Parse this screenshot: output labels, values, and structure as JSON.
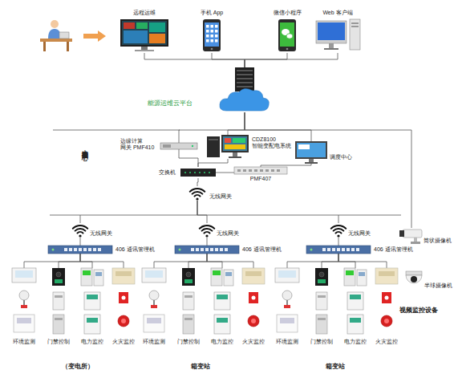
{
  "diagram": {
    "nodes": [
      {
        "text": [
          "远程运维"
        ]
      },
      {
        "text": [
          "手机 App"
        ]
      },
      {
        "text": [
          "微信小程序"
        ]
      },
      {
        "text": [
          "Web 客户端"
        ]
      },
      {
        "text": [
          "能源运维云平台"
        ]
      },
      {
        "text": [
          "边缘计算 网关 PMF410"
        ]
      },
      {
        "text": [
          "CDZ8100 智能变配电系统"
        ]
      },
      {
        "text": [
          "调度中心"
        ]
      },
      {
        "text": [
          "交换机"
        ]
      },
      {
        "text": [
          "PMF407"
        ]
      },
      {
        "text": [
          "无线网关"
        ]
      },
      {
        "text": [
          "无线网关"
        ]
      },
      {
        "text": [
          "406 通讯管理机"
        ]
      },
      {
        "text": [
          "环境监测"
        ]
      },
      {
        "text": [
          "门禁控制"
        ]
      },
      {
        "text": [
          "电力监控"
        ]
      },
      {
        "text": [
          "火灾监控"
        ]
      },
      {
        "text": [
          "无线网关"
        ]
      },
      {
        "text": [
          "406 通讯管理机"
        ]
      },
      {
        "text": [
          "环境监测"
        ]
      },
      {
        "text": [
          "门禁控制"
        ]
      },
      {
        "text": [
          "电力监控"
        ]
      },
      {
        "text": [
          "火灾监控"
        ]
      },
      {
        "text": [
          "无线网关"
        ]
      },
      {
        "text": [
          "406 通讯管理机"
        ]
      },
      {
        "text": [
          "环境监测"
        ]
      },
      {
        "text": [
          "门禁控制"
        ]
      },
      {
        "text": [
          "电力监控"
        ]
      },
      {
        "text": [
          "火灾监控"
        ]
      },
      {
        "text": [
          "筒状摄像机"
        ]
      },
      {
        "text": [
          "半球摄像机"
        ]
      }
    ],
    "edges": [
      {
        "from": 0,
        "to": 4,
        "arrow": "none"
      },
      {
        "from": 1,
        "to": 4,
        "arrow": "none"
      },
      {
        "from": 2,
        "to": 4,
        "arrow": "none"
      },
      {
        "from": 3,
        "to": 4,
        "arrow": "none"
      },
      {
        "from": 4,
        "to": 5,
        "arrow": "none"
      },
      {
        "from": 4,
        "to": 6,
        "arrow": "none"
      },
      {
        "from": 4,
        "to": 7,
        "arrow": "none"
      },
      {
        "from": 4,
        "to": 29,
        "arrow": "none"
      },
      {
        "from": 5,
        "to": 8,
        "arrow": "none"
      },
      {
        "from": 6,
        "to": 8,
        "arrow": "none"
      },
      {
        "from": 8,
        "to": 9,
        "arrow": "none"
      },
      {
        "from": 9,
        "to": 7,
        "arrow": "none"
      },
      {
        "from": 8,
        "to": 10,
        "arrow": "none"
      },
      {
        "from": 10,
        "to": 11,
        "arrow": "none"
      },
      {
        "from": 10,
        "to": 17,
        "arrow": "none"
      },
      {
        "from": 10,
        "to": 23,
        "arrow": "none"
      },
      {
        "from": 11,
        "to": 12,
        "arrow": "none"
      },
      {
        "from": 17,
        "to": 18,
        "arrow": "none"
      },
      {
        "from": 23,
        "to": 24,
        "arrow": "none"
      },
      {
        "from": 12,
        "to": 13,
        "arrow": "none"
      },
      {
        "from": 12,
        "to": 14,
        "arrow": "none"
      },
      {
        "from": 12,
        "to": 15,
        "arrow": "none"
      },
      {
        "from": 12,
        "to": 16,
        "arrow": "none"
      },
      {
        "from": 18,
        "to": 19,
        "arrow": "none"
      },
      {
        "from": 18,
        "to": 20,
        "arrow": "none"
      },
      {
        "from": 18,
        "to": 21,
        "arrow": "none"
      },
      {
        "from": 18,
        "to": 22,
        "arrow": "none"
      },
      {
        "from": 24,
        "to": 25,
        "arrow": "none"
      },
      {
        "from": 24,
        "to": 26,
        "arrow": "none"
      },
      {
        "from": 24,
        "to": 27,
        "arrow": "none"
      },
      {
        "from": 24,
        "to": 28,
        "arrow": "none"
      }
    ],
    "labels": [
      "本地监控中心",
      "（变电所）",
      "箱变站",
      "箱变站",
      "视频监控设备"
    ]
  }
}
